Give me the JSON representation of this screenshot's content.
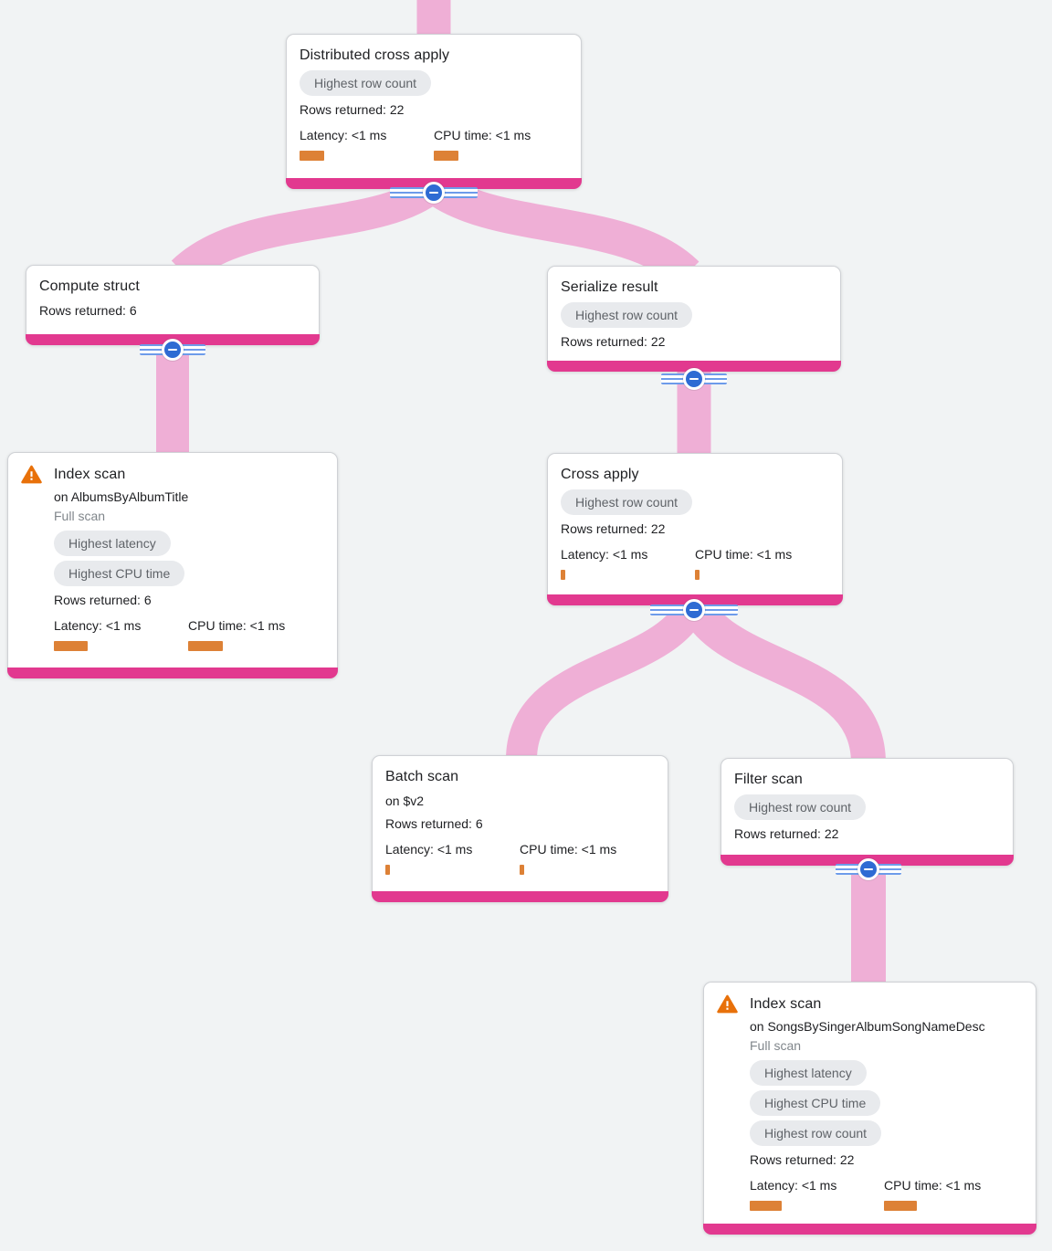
{
  "app": {
    "view": "query-execution-plan-graph"
  },
  "colors": {
    "background": "#f1f3f4",
    "edge_ribbon_pink": "#efafd6",
    "rows_band_pink": "#e2398f",
    "metric_bar_orange": "#dd8136",
    "warning_orange": "#e8710a",
    "badge_background": "#e8eaed",
    "badge_text": "#5f6368",
    "collapse_button_blue": "#2e6bd3"
  },
  "icons": {
    "warning": "warning-triangle-icon",
    "collapse": "minus-icon"
  },
  "collapse_tooltip": "Collapse",
  "nodes": [
    {
      "id": "distributed-cross-apply",
      "title": "Distributed cross apply",
      "badges": [
        "Highest row count"
      ],
      "rows_returned": "Rows returned: 22",
      "latency_label": "Latency: <1 ms",
      "cpu_label": "CPU time: <1 ms"
    },
    {
      "id": "compute-struct",
      "title": "Compute struct",
      "rows_returned": "Rows returned: 6"
    },
    {
      "id": "serialize-result",
      "title": "Serialize result",
      "badges": [
        "Highest row count"
      ],
      "rows_returned": "Rows returned: 22"
    },
    {
      "id": "index-scan-albums",
      "title": "Index scan",
      "warning": true,
      "subtitle": "on AlbumsByAlbumTitle",
      "scan_mode": "Full scan",
      "badges": [
        "Highest latency",
        "Highest CPU time"
      ],
      "rows_returned": "Rows returned: 6",
      "latency_label": "Latency: <1 ms",
      "cpu_label": "CPU time: <1 ms"
    },
    {
      "id": "cross-apply",
      "title": "Cross apply",
      "badges": [
        "Highest row count"
      ],
      "rows_returned": "Rows returned: 22",
      "latency_label": "Latency: <1 ms",
      "cpu_label": "CPU time: <1 ms"
    },
    {
      "id": "batch-scan",
      "title": "Batch scan",
      "subtitle": "on $v2",
      "rows_returned": "Rows returned: 6",
      "latency_label": "Latency: <1 ms",
      "cpu_label": "CPU time: <1 ms"
    },
    {
      "id": "filter-scan",
      "title": "Filter scan",
      "badges": [
        "Highest row count"
      ],
      "rows_returned": "Rows returned: 22"
    },
    {
      "id": "index-scan-songs",
      "title": "Index scan",
      "warning": true,
      "subtitle": "on SongsBySingerAlbumSongNameDesc",
      "scan_mode": "Full scan",
      "badges": [
        "Highest latency",
        "Highest CPU time",
        "Highest row count"
      ],
      "rows_returned": "Rows returned: 22",
      "latency_label": "Latency: <1 ms",
      "cpu_label": "CPU time: <1 ms"
    }
  ],
  "edges": [
    {
      "from": "root",
      "to": "distributed-cross-apply",
      "rows": 22
    },
    {
      "from": "distributed-cross-apply",
      "to": "compute-struct",
      "rows": 6
    },
    {
      "from": "distributed-cross-apply",
      "to": "serialize-result",
      "rows": 22
    },
    {
      "from": "compute-struct",
      "to": "index-scan-albums",
      "rows": 6
    },
    {
      "from": "serialize-result",
      "to": "cross-apply",
      "rows": 22
    },
    {
      "from": "cross-apply",
      "to": "batch-scan",
      "rows": 6
    },
    {
      "from": "cross-apply",
      "to": "filter-scan",
      "rows": 22
    },
    {
      "from": "filter-scan",
      "to": "index-scan-songs",
      "rows": 22
    }
  ]
}
